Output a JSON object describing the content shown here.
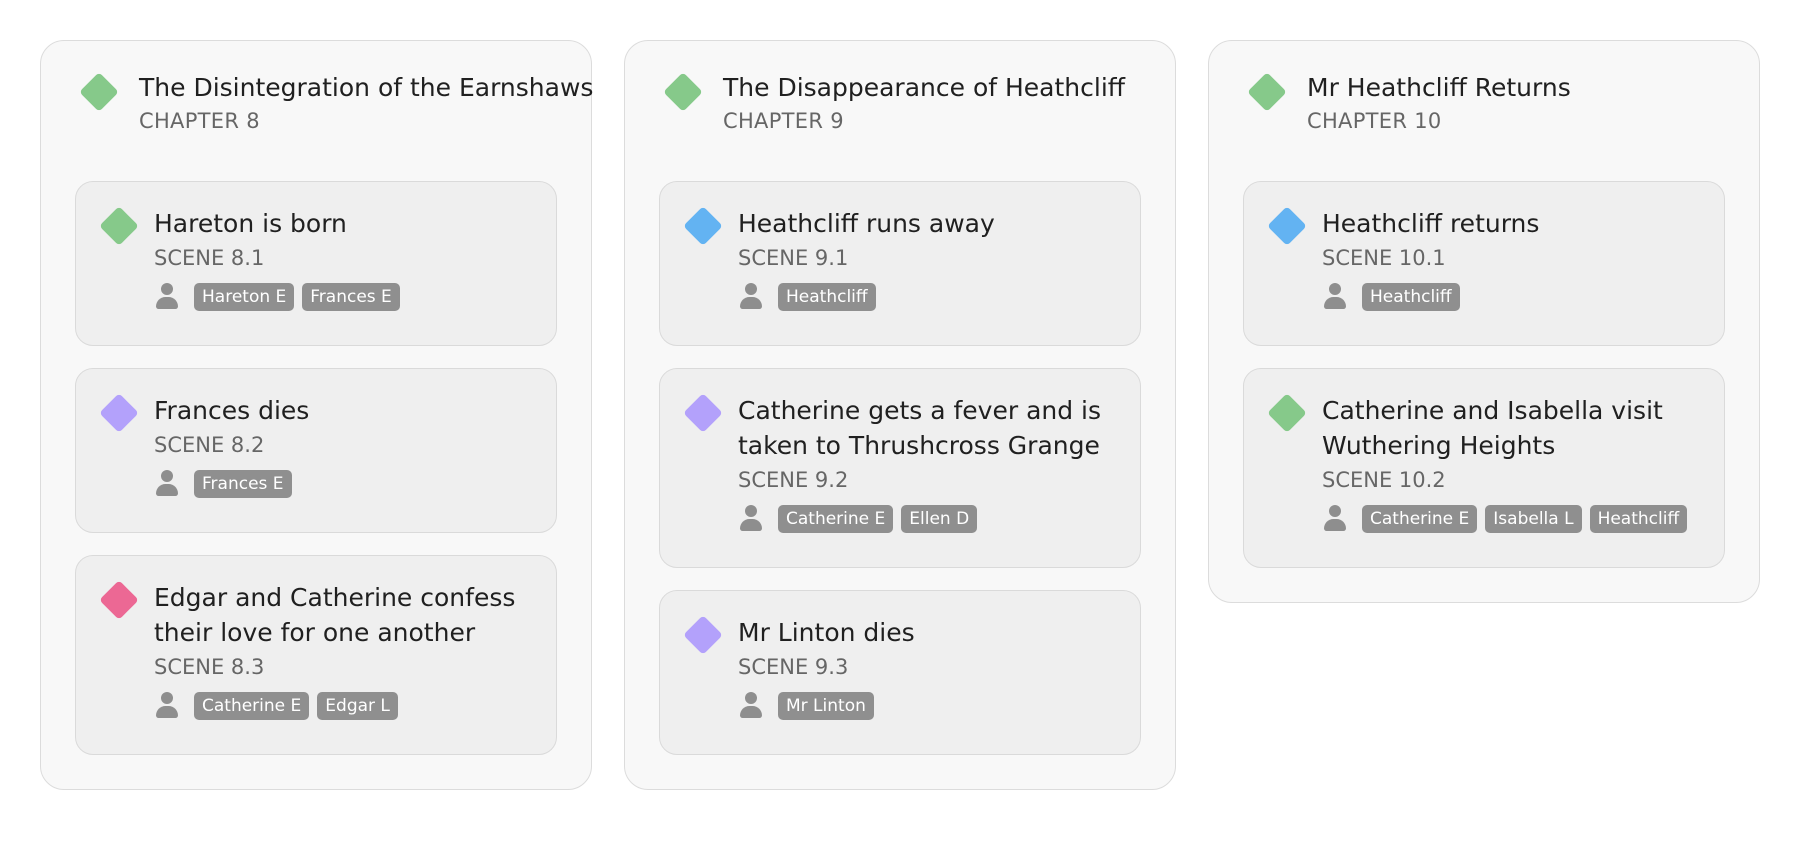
{
  "colors": {
    "green": "#86c98a",
    "blue": "#63b3f2",
    "purple": "#b3a1fb",
    "pink": "#ec6894"
  },
  "icons": {
    "character": "person-icon",
    "marker": "diamond-icon"
  },
  "chapters": [
    {
      "title": "The Disintegration of the Earnshaws",
      "subtitle": "CHAPTER 8",
      "color": "green",
      "scenes": [
        {
          "title": "Hareton is born",
          "id": "SCENE 8.1",
          "color": "green",
          "characters": [
            "Hareton E",
            "Frances E"
          ]
        },
        {
          "title": "Frances dies",
          "id": "SCENE 8.2",
          "color": "purple",
          "characters": [
            "Frances E"
          ]
        },
        {
          "title": "Edgar and Catherine confess their love for one another",
          "id": "SCENE 8.3",
          "color": "pink",
          "characters": [
            "Catherine E",
            "Edgar L"
          ]
        }
      ]
    },
    {
      "title": "The Disappearance of Heathcliff",
      "subtitle": "CHAPTER 9",
      "color": "green",
      "scenes": [
        {
          "title": "Heathcliff runs away",
          "id": "SCENE 9.1",
          "color": "blue",
          "characters": [
            "Heathcliff"
          ]
        },
        {
          "title": "Catherine gets a fever and is taken to Thrushcross Grange",
          "id": "SCENE 9.2",
          "color": "purple",
          "characters": [
            "Catherine E",
            "Ellen D"
          ]
        },
        {
          "title": "Mr Linton dies",
          "id": "SCENE 9.3",
          "color": "purple",
          "characters": [
            "Mr Linton"
          ]
        }
      ]
    },
    {
      "title": "Mr Heathcliff Returns",
      "subtitle": "CHAPTER 10",
      "color": "green",
      "scenes": [
        {
          "title": "Heathcliff returns",
          "id": "SCENE 10.1",
          "color": "blue",
          "characters": [
            "Heathcliff"
          ]
        },
        {
          "title": "Catherine and Isabella visit Wuthering Heights",
          "id": "SCENE 10.2",
          "color": "green",
          "characters": [
            "Catherine E",
            "Isabella L",
            "Heathcliff"
          ]
        }
      ]
    }
  ]
}
